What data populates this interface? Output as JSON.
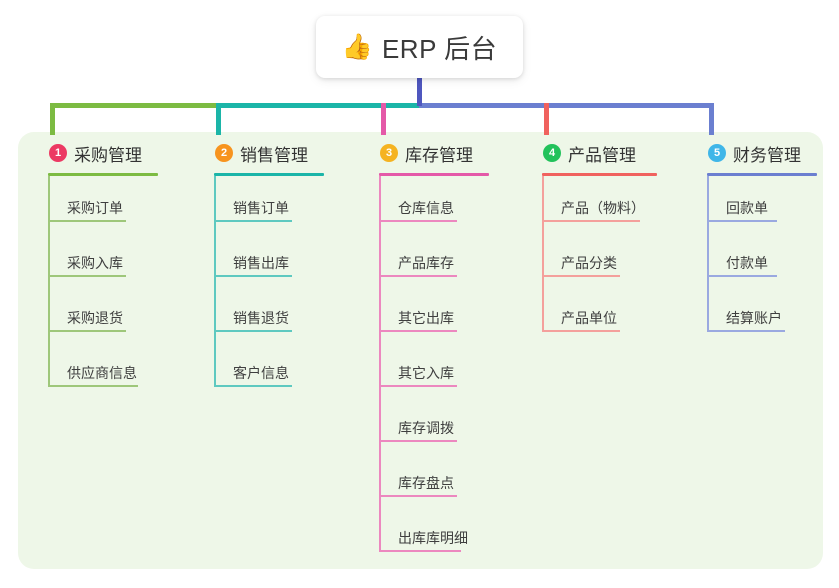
{
  "title": {
    "icon": "thumbs-up-emoji",
    "emoji": "👍",
    "text": "ERP 后台"
  },
  "colors": {
    "panel_bg": "#eef7e8",
    "page_bg": "#ffffff",
    "stem": "#4f57bf",
    "col1": "#7cbb42",
    "col2": "#1bb5a8",
    "col3": "#e459a8",
    "col4": "#f0625e",
    "col5": "#6b7fd0",
    "badge1": "#ec3a63",
    "badge2": "#f7941e",
    "badge3": "#f5b321",
    "badge4": "#22c25b",
    "badge5": "#3fb6e8"
  },
  "columns": [
    {
      "index": "1",
      "title": "采购管理",
      "badge_color": "#ec3a63",
      "line_color": "#7cbb42",
      "leaf_line_color": "#9ec77a",
      "items": [
        "采购订单",
        "采购入库",
        "采购退货",
        "供应商信息"
      ]
    },
    {
      "index": "2",
      "title": "销售管理",
      "badge_color": "#f7941e",
      "line_color": "#1bb5a8",
      "leaf_line_color": "#5ec9c0",
      "items": [
        "销售订单",
        "销售出库",
        "销售退货",
        "客户信息"
      ]
    },
    {
      "index": "3",
      "title": "库存管理",
      "badge_color": "#f5b321",
      "line_color": "#e459a8",
      "leaf_line_color": "#ec88bf",
      "items": [
        "仓库信息",
        "产品库存",
        "其它出库",
        "其它入库",
        "库存调拨",
        "库存盘点",
        "出库库明细"
      ]
    },
    {
      "index": "4",
      "title": "产品管理",
      "badge_color": "#22c25b",
      "line_color": "#f0625e",
      "leaf_line_color": "#f4a09c",
      "items": [
        "产品（物料）",
        "产品分类",
        "产品单位"
      ]
    },
    {
      "index": "5",
      "title": "财务管理",
      "badge_color": "#3fb6e8",
      "line_color": "#6b7fd0",
      "leaf_line_color": "#9aa9e0",
      "items": [
        "回款单",
        "付款单",
        "结算账户"
      ]
    }
  ]
}
